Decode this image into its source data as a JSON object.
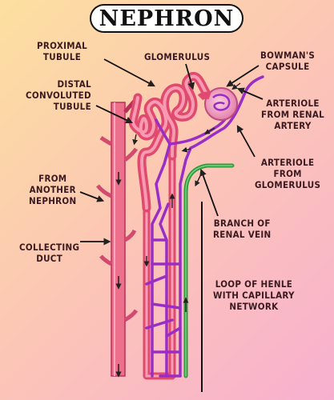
{
  "title": "NEPHRON",
  "labels": {
    "proximal_tubule": "PROXIMAL\nTUBULE",
    "glomerulus": "GLOMERULUS",
    "bowmans_capsule": "BOWMAN'S\nCAPSULE",
    "distal_convoluted_tubule": "DISTAL\nCONVOLUTED\nTUBULE",
    "arteriole_from_renal_artery": "ARTERIOLE\nFROM RENAL\nARTERY",
    "arteriole_from_glomerulus": "ARTERIOLE\nFROM\nGLOMERULUS",
    "from_another_nephron": "FROM\nANOTHER\nNEPHRON",
    "branch_of_renal_vein": "BRANCH OF\nRENAL VEIN",
    "collecting_duct": "COLLECTING\nDUCT",
    "loop_of_henle": "LOOP OF HENLE\nWITH CAPILLARY\nNETWORK"
  },
  "colors": {
    "tubule": "#e04a6e",
    "tubule_light": "#f27a98",
    "capillary": "#9a2ec4",
    "vein": "#2f9a3e",
    "capsule": "#f0a0c0"
  }
}
